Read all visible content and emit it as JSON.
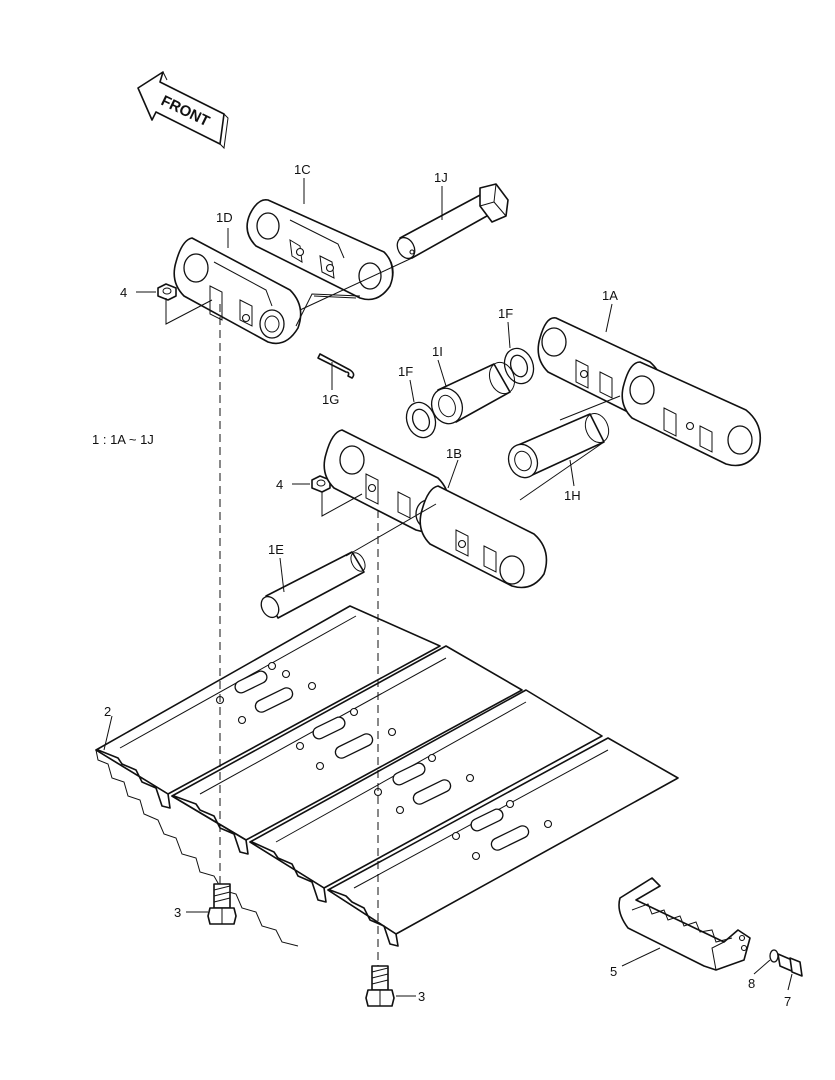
{
  "front_label": "FRONT",
  "labels": {
    "l1c": "1C",
    "l1j": "1J",
    "l1d": "1D",
    "l4a": "4",
    "l1g": "1G",
    "l1a": "1A",
    "l1f_r": "1F",
    "l1f_l": "1F",
    "l1i": "1I",
    "set_range": "1 : 1A ~ 1J",
    "l1b": "1B",
    "l4b": "4",
    "l1h": "1H",
    "l1e": "1E",
    "l2": "2",
    "l3a": "3",
    "l3b": "3",
    "l5": "5",
    "l8": "8",
    "l7": "7"
  }
}
